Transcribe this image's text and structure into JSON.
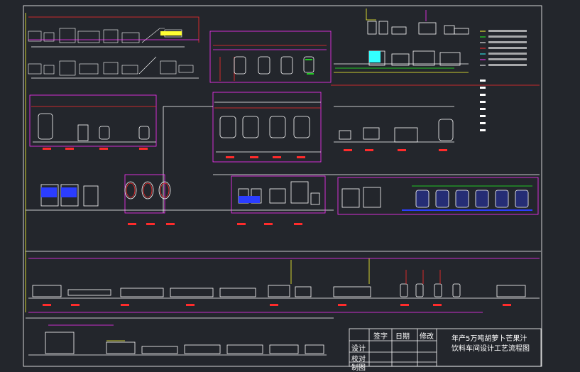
{
  "title_block": {
    "headers": [
      "签字",
      "日期",
      "修改"
    ],
    "rows": [
      "设计",
      "校对",
      "制图"
    ],
    "drawing_title_line1": "年产5万吨胡萝卜芒果汁",
    "drawing_title_line2": "饮料车间设计工艺流程图"
  },
  "colors": {
    "background": "#23262c",
    "frame": "#ffffff",
    "steam": "#ff2b2b",
    "cooling_water": "#22ff22",
    "cip": "#ff33ff",
    "material": "#ffffff",
    "air": "#ffff33",
    "aux": "#33ffff",
    "equipment": "#ffffff"
  }
}
